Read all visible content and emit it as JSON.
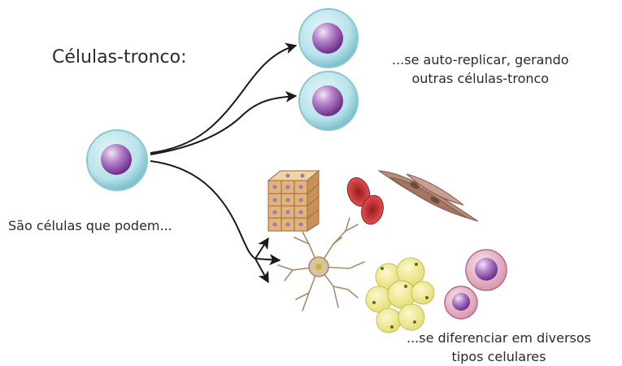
{
  "title": "Células-tronco:",
  "intro": "São células que podem...",
  "self_renew": {
    "line1": "...se auto-replicar, gerando",
    "line2": "outras células-tronco"
  },
  "differentiate": {
    "line1": "...se diferenciar em diversos",
    "line2": "tipos celulares"
  },
  "colors": {
    "stem_cell_body": "#b7e3ea",
    "stem_cell_rim": "#7fbfcb",
    "nucleus": "#8a4ba6",
    "nucleus_highlight": "#d9b5e6",
    "arrow": "#1a1a1a",
    "epithelial": "#e2b37a",
    "red_blood_cell": "#c8383a",
    "muscle": "#b78b7a",
    "neuron": "#d8c3a5",
    "adipocyte": "#f1ee9a",
    "blood_cell_body": "#e9b9c9"
  }
}
